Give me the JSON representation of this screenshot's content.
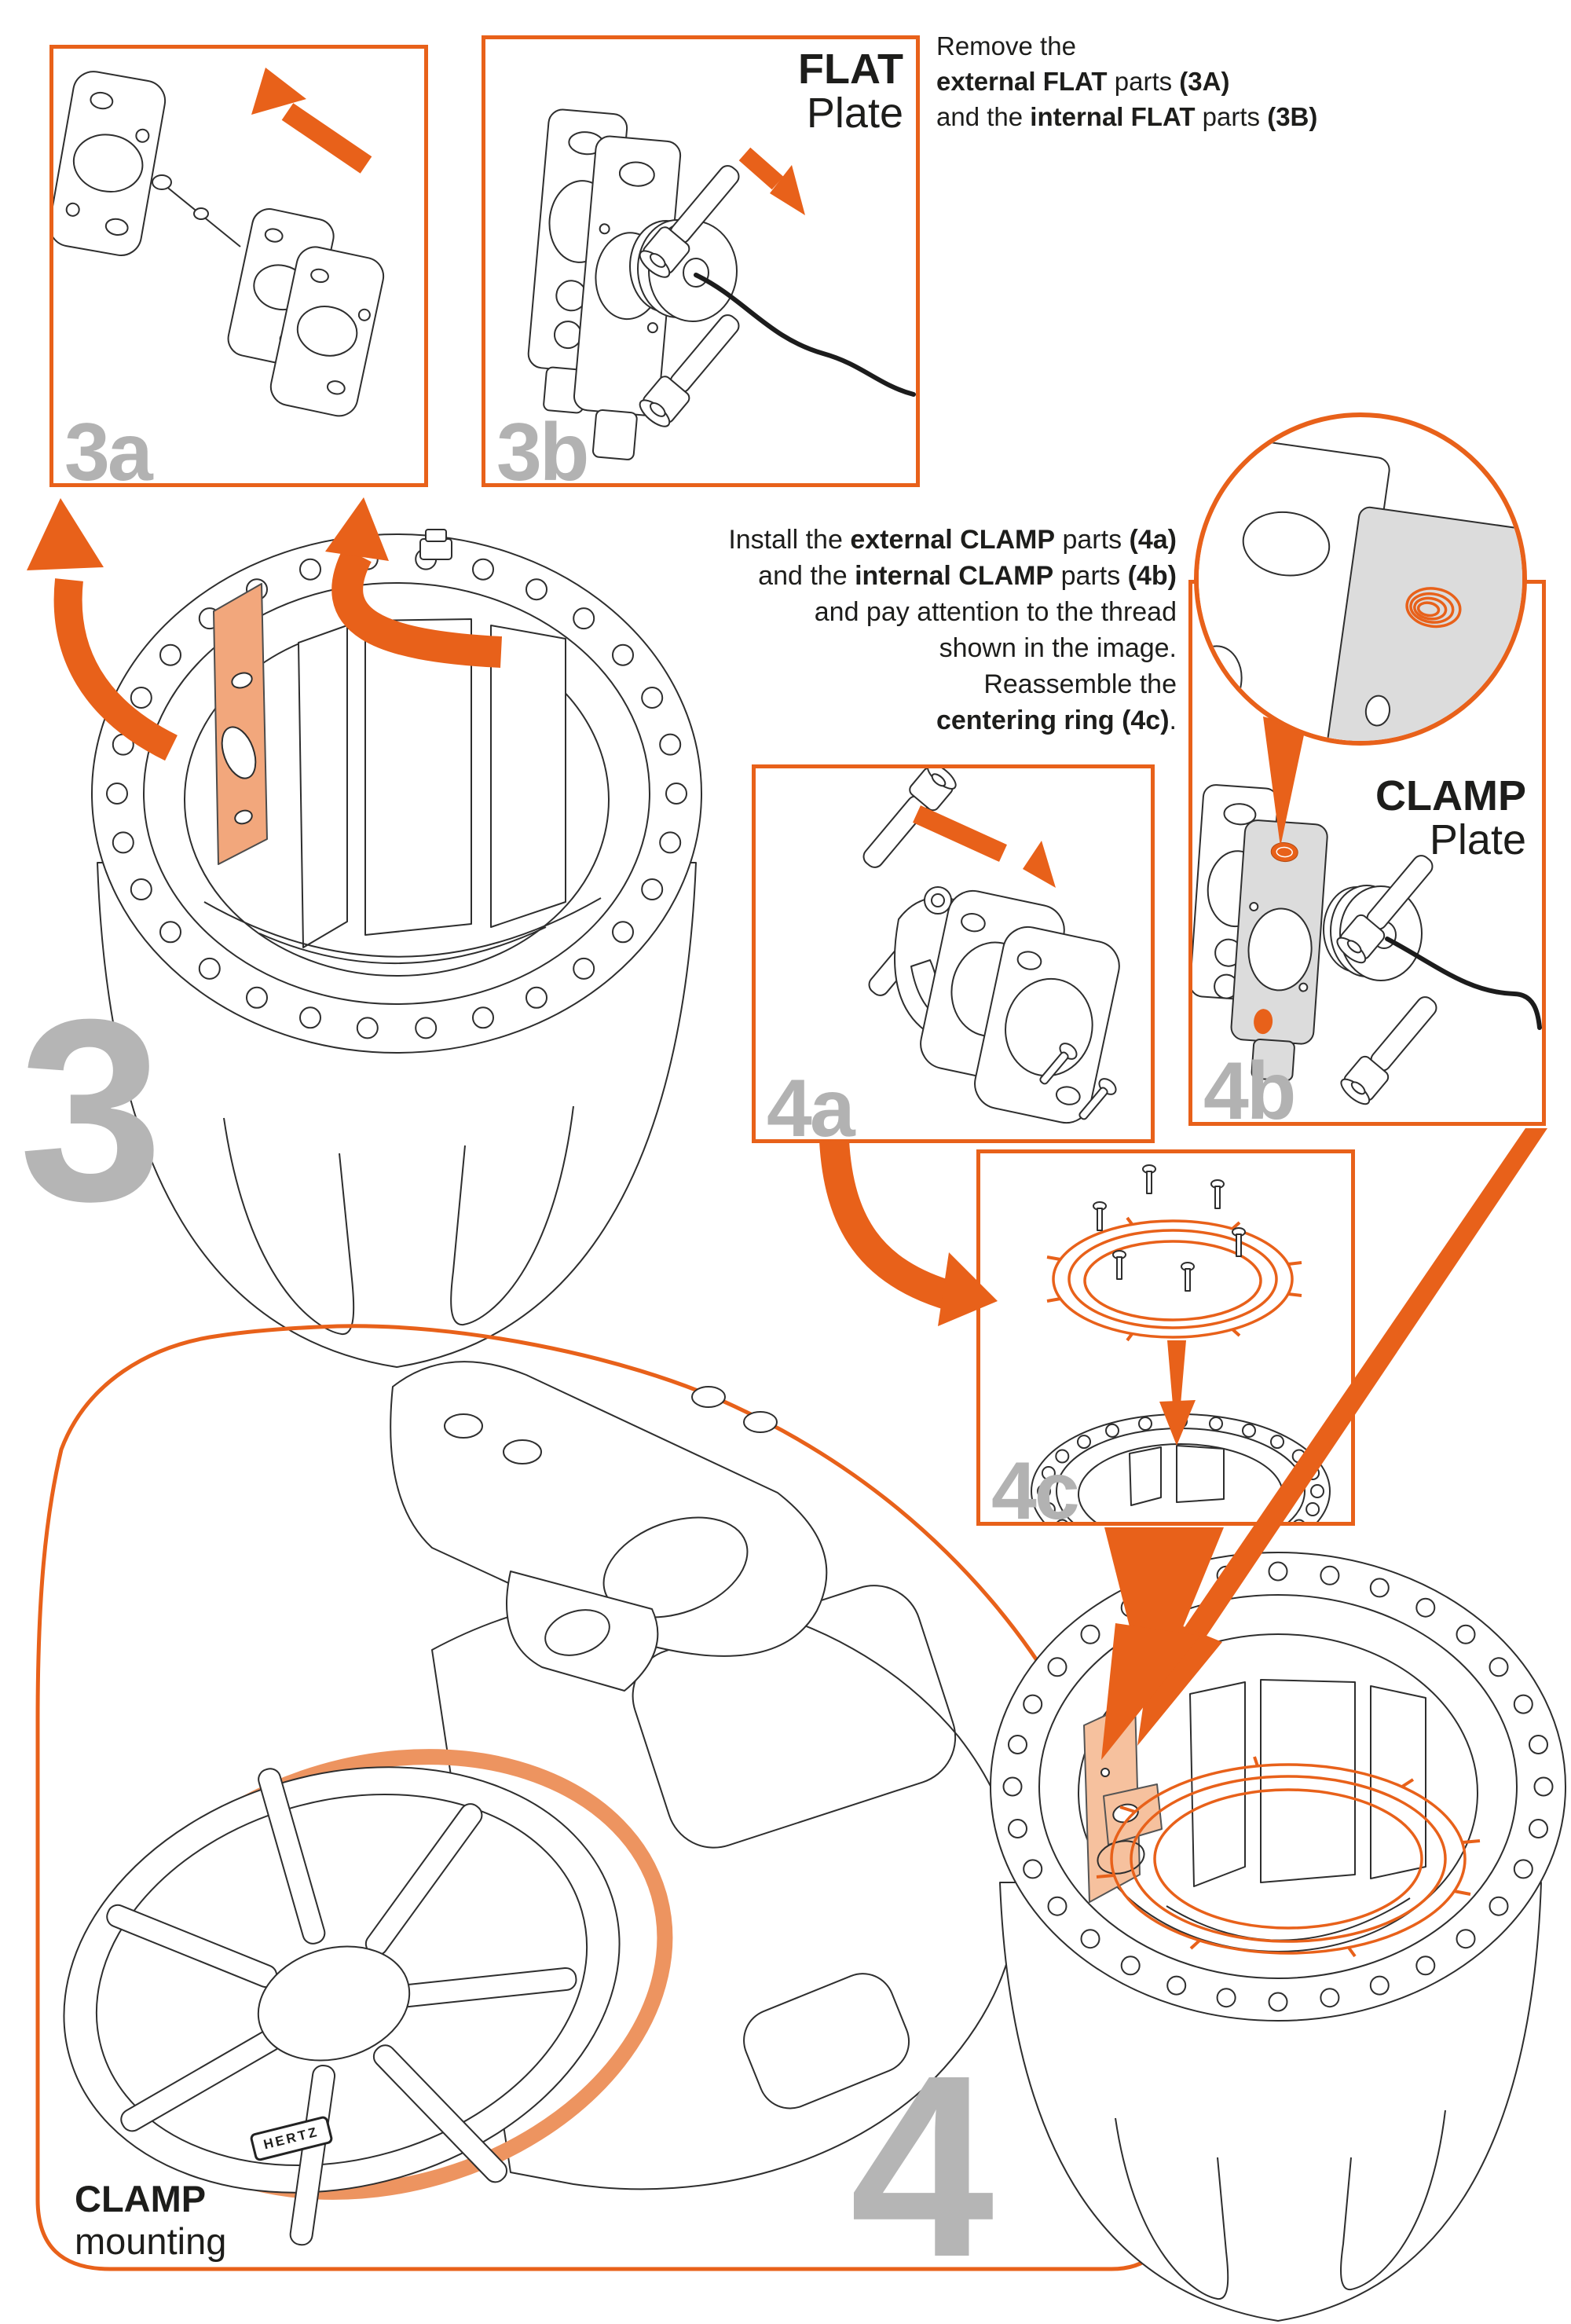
{
  "colors": {
    "accent_orange": "#E8611A",
    "highlight_fill": "#F2A77C",
    "label_gray": "#B5B5B5",
    "ink": "#1D1D1B"
  },
  "step3": {
    "number": "3",
    "box_3a": {
      "label": "3a"
    },
    "box_3b": {
      "label": "3b",
      "plate_label": {
        "title": "FLAT",
        "subtitle": "Plate"
      }
    },
    "instruction_lines": [
      [
        {
          "t": "Remove the"
        }
      ],
      [
        {
          "t": "external FLAT",
          "b": true
        },
        {
          "t": " parts "
        },
        {
          "t": "(3A)",
          "b": true
        }
      ],
      [
        {
          "t": "and the "
        },
        {
          "t": "internal FLAT",
          "b": true
        },
        {
          "t": " parts "
        },
        {
          "t": "(3B)",
          "b": true
        }
      ]
    ]
  },
  "step4": {
    "number": "4",
    "box_4a": {
      "label": "4a"
    },
    "box_4b": {
      "label": "4b",
      "plate_label": {
        "title": "CLAMP",
        "subtitle": "Plate"
      }
    },
    "box_4c": {
      "label": "4c"
    },
    "instruction_lines": [
      [
        {
          "t": "Install the "
        },
        {
          "t": "external CLAMP",
          "b": true
        },
        {
          "t": " parts "
        },
        {
          "t": "(4a)",
          "b": true
        }
      ],
      [
        {
          "t": "and the "
        },
        {
          "t": "internal CLAMP",
          "b": true
        },
        {
          "t": " parts "
        },
        {
          "t": "(4b)",
          "b": true
        }
      ],
      [
        {
          "t": "and pay attention to the thread"
        }
      ],
      [
        {
          "t": "shown in the image."
        }
      ],
      [
        {
          "t": "Reassemble the"
        }
      ],
      [
        {
          "t": "centering ring (4c)",
          "b": true
        },
        {
          "t": "."
        }
      ]
    ]
  },
  "footer": {
    "mount_label": {
      "title": "CLAMP",
      "subtitle": "mounting"
    },
    "brand_badge": "HERTZ"
  }
}
